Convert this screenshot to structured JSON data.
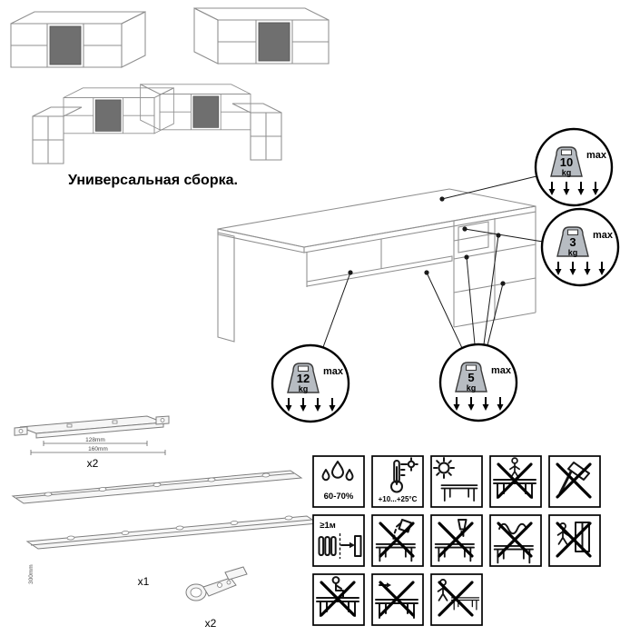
{
  "title": "Универсальная сборка.",
  "load_badges": {
    "desktop": {
      "value": "10",
      "unit": "kg",
      "note": "max"
    },
    "drawer": {
      "value": "3",
      "unit": "kg",
      "note": "max"
    },
    "shelf_left": {
      "value": "12",
      "unit": "kg",
      "note": "max"
    },
    "shelves_right": {
      "value": "5",
      "unit": "kg",
      "note": "max"
    }
  },
  "parts": {
    "bracket": {
      "dim_inner": "128mm",
      "dim_outer": "160mm",
      "qty": "x2"
    },
    "slides": {
      "length": "300mm",
      "qty": "x1"
    },
    "hinge": {
      "qty": "x2"
    }
  },
  "care_icons": {
    "humidity": "60-70%",
    "temperature": "+10...+25°C",
    "distance": "≥1м"
  }
}
